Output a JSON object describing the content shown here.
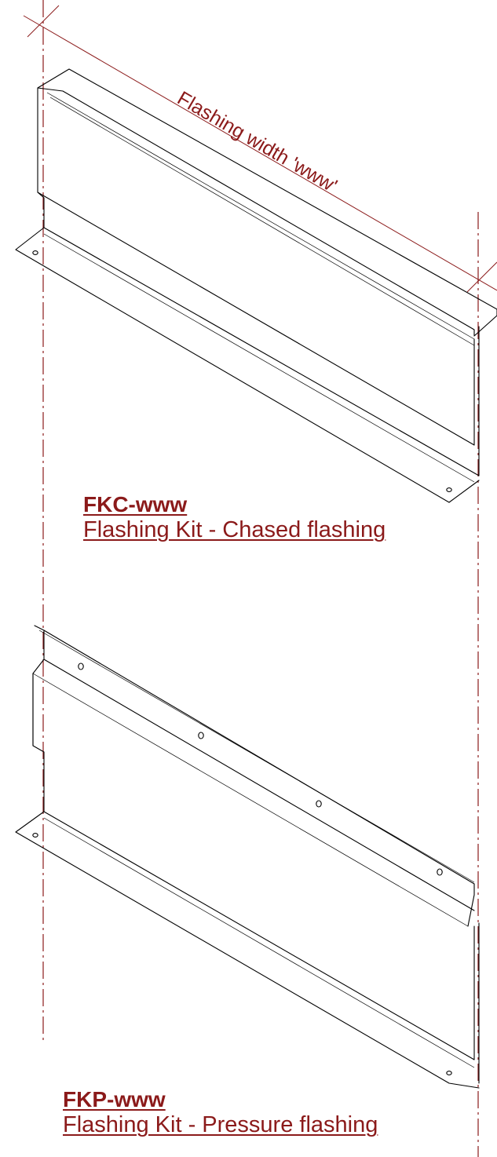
{
  "dimension": {
    "text": "Flashing width 'www'"
  },
  "kits": [
    {
      "code": "FKC-www",
      "description": "Flashing Kit - Chased flashing"
    },
    {
      "code": "FKP-www",
      "description": "Flashing Kit - Pressure flashing"
    }
  ],
  "colors": {
    "annotation": "#8b1a1a",
    "linework": "#000000",
    "background": "#ffffff"
  }
}
